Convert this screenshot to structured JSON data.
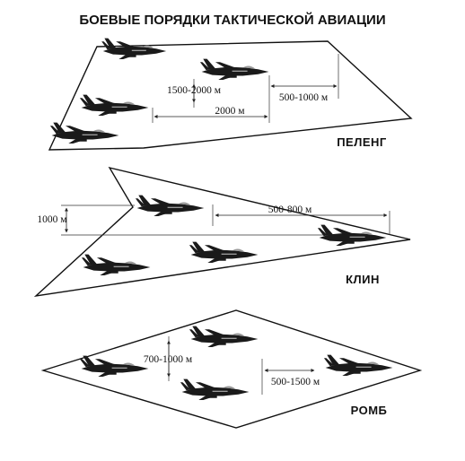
{
  "title": "БОЕВЫЕ ПОРЯДКИ ТАКТИЧЕСКОЙ АВИАЦИИ",
  "formations": {
    "peleng": {
      "name": "ПЕЛЕНГ",
      "interval_label": "1500-2000 м",
      "distance_label": "2000 м",
      "step_label": "500-1000 м"
    },
    "klin": {
      "name": "КЛИН",
      "interval_label": "1000 м",
      "distance_label": "500-800 м"
    },
    "romb": {
      "name": "РОМБ",
      "interval_label": "700-1000 м",
      "distance_label": "500-1500 м"
    }
  },
  "icons": {
    "aircraft": "jet-fighter-icon",
    "arrow": "dimension-arrow"
  },
  "colors": {
    "ink": "#111111",
    "background": "#ffffff"
  }
}
